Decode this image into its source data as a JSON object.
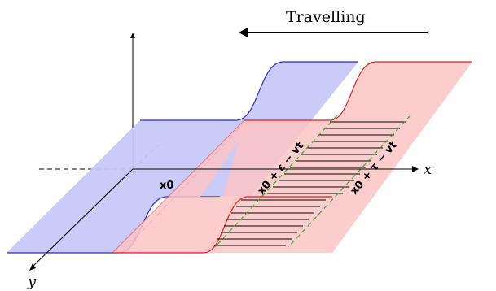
{
  "diagram": {
    "title": "Travelling",
    "axes": {
      "x_label": "x",
      "y_label": "y"
    },
    "markers": {
      "x0": "x0",
      "front_label": "x0 + ε − vt",
      "back_label": "x0 + τ − vt"
    },
    "colors": {
      "blue_fill": "#c8c8f8",
      "blue_stroke": "#2a2acc",
      "red_fill": "#fbc4c4",
      "red_stroke": "#e02020",
      "hatch": "#000000",
      "dashed": "#33aa33"
    }
  }
}
